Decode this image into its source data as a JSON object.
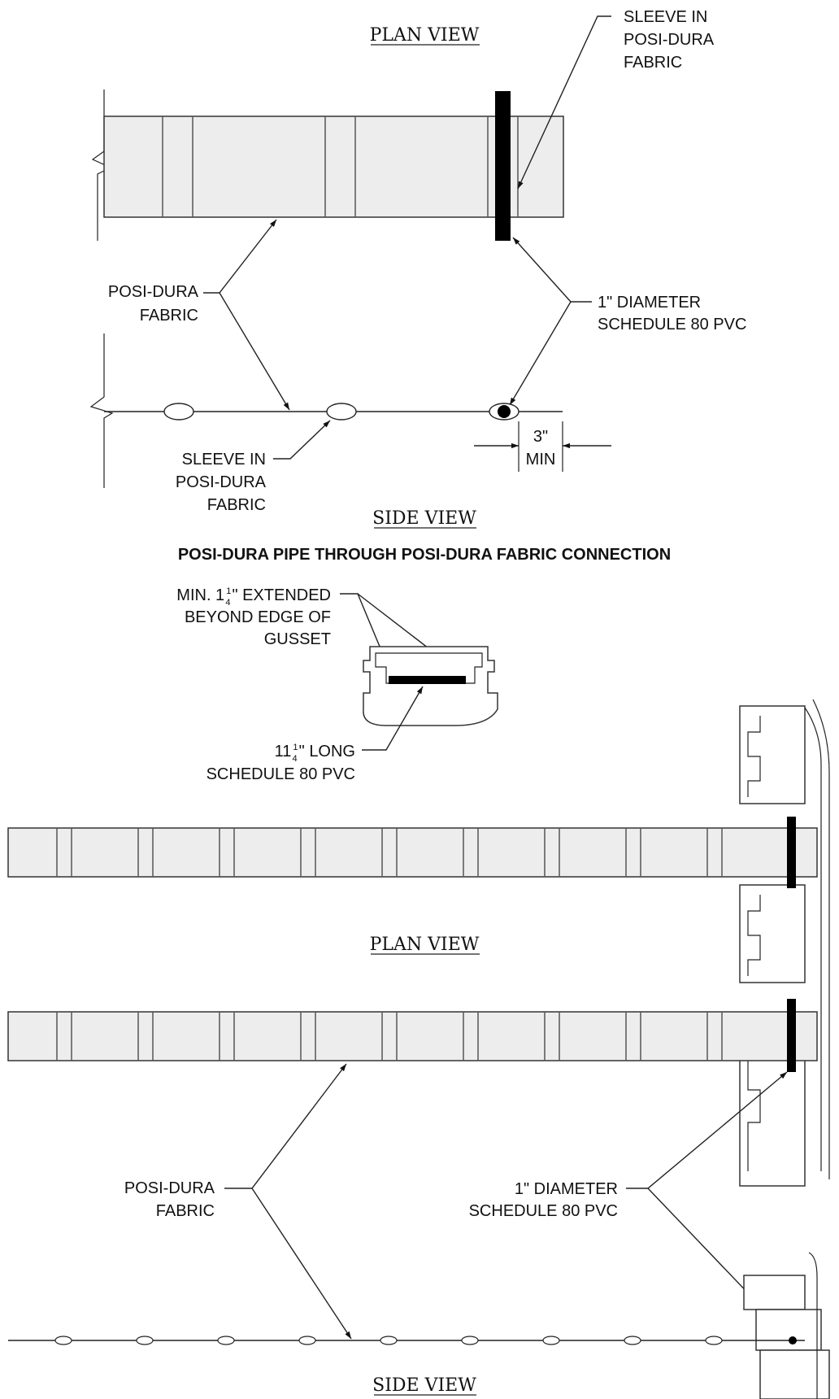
{
  "top": {
    "plan_title": "PLAN VIEW",
    "side_title": "SIDE VIEW",
    "sleeve_top": [
      "SLEEVE IN",
      "POSI-DURA",
      "FABRIC"
    ],
    "fabric": [
      "POSI-DURA",
      "FABRIC"
    ],
    "pipe": [
      "1\" DIAMETER",
      "SCHEDULE 80 PVC"
    ],
    "dim": [
      "3\"",
      "MIN"
    ],
    "sleeve_bottom": [
      "SLEEVE IN",
      "POSI-DURA",
      "FABRIC"
    ],
    "heading": "POSI-DURA PIPE THROUGH POSI-DURA FABRIC CONNECTION"
  },
  "detail": {
    "ext_line1_prefix": "MIN. 1",
    "ext_frac_num": "1",
    "ext_frac_den": "4",
    "ext_line1_suffix": "\" EXTENDED",
    "ext_line2": "BEYOND EDGE OF",
    "ext_line3": "GUSSET",
    "len_prefix": "11",
    "len_frac_num": "1",
    "len_frac_den": "4",
    "len_suffix": "\" LONG",
    "len_line2": "SCHEDULE 80 PVC"
  },
  "bottom": {
    "plan_title": "PLAN VIEW",
    "side_title": "SIDE VIEW",
    "fabric": [
      "POSI-DURA",
      "FABRIC"
    ],
    "pipe": [
      "1\" DIAMETER",
      "SCHEDULE 80 PVC"
    ]
  }
}
